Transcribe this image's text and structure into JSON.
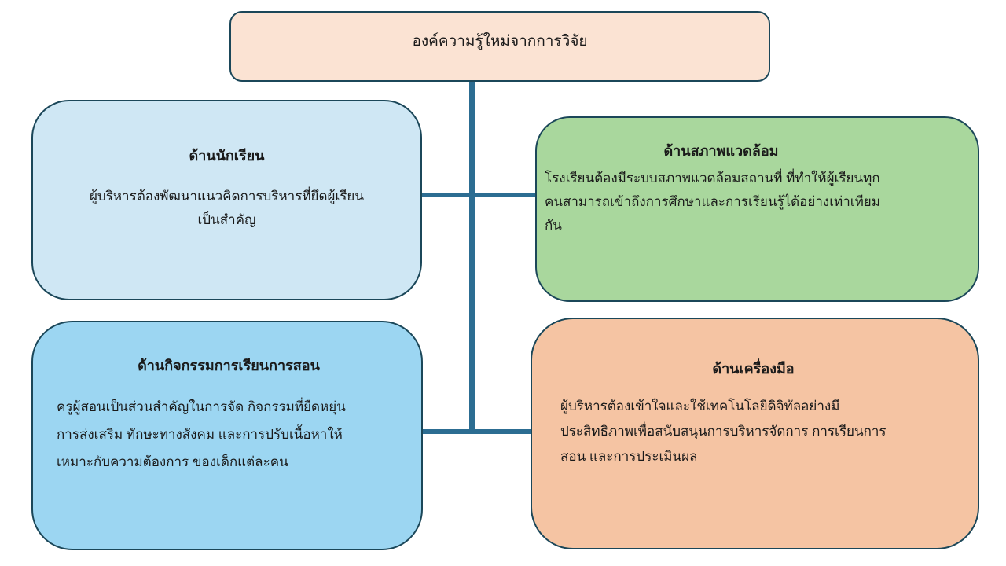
{
  "colors": {
    "background": "#ffffff",
    "node_border": "#1b4759",
    "connector": "#2c6d92",
    "text": "#1a1a1a"
  },
  "root_node": {
    "title": "องค์ความรู้ใหม่จากการวิจัย",
    "fill": "#fbe3d3"
  },
  "nodes": {
    "students": {
      "header": "ด้านนักเรียน",
      "lines": [
        "ผู้บริหารต้องพัฒนาแนวคิดการบริหารที่ยึดผู้เรียน",
        "เป็นสำคัญ"
      ],
      "fill": "#cfe7f4"
    },
    "environment": {
      "header": "ด้านสภาพแวดล้อม",
      "lines": [
        "โรงเรียนต้องมีระบบสภาพแวดล้อมสถานที่ ที่ทำให้ผู้เรียนทุก",
        "คนสามารถเข้าถึงการศึกษาและการเรียนรู้ได้อย่างเท่าเทียม",
        "กัน"
      ],
      "fill": "#a9d79d"
    },
    "activities": {
      "header": "ด้านกิจกรรมการเรียนการสอน",
      "lines": [
        "ครูผู้สอนเป็นส่วนสำคัญในการจัด  กิจกรรมที่ยืดหยุ่น",
        "การส่งเสริม  ทักษะทางสังคม  และการปรับเนื้อหาให้",
        "เหมาะกับความต้องการ ของเด็กแต่ละคน"
      ],
      "fill": "#9cd6f2"
    },
    "tools": {
      "header": "ด้านเครื่องมือ",
      "lines": [
        "ผู้บริหารต้องเข้าใจและใช้เทคโนโลยีดิจิทัลอย่างมี",
        "ประสิทธิภาพเพื่อสนับสนุนการบริหารจัดการ  การเรียนการ",
        "สอน และการประเมินผล"
      ],
      "fill": "#f5c4a3"
    }
  }
}
